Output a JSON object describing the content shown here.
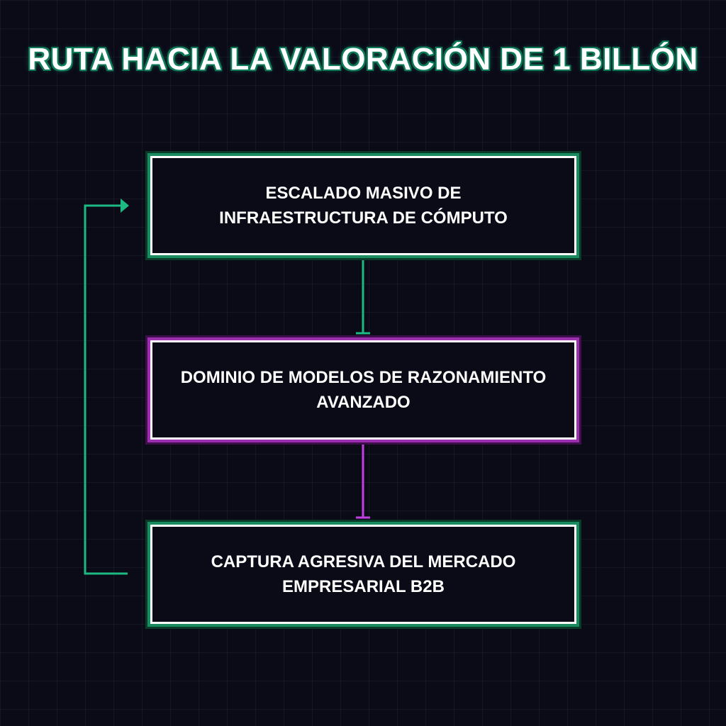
{
  "title": "RUTA HACIA LA VALORACIÓN DE 1 BILLÓN",
  "nodes": [
    {
      "label": "ESCALADO MASIVO DE\nINFRAESTRUCTURA DE CÓMPUTO",
      "color": "#1a8a60"
    },
    {
      "label": "DOMINIO DE MODELOS DE RAZONAMIENTO\nAVANZADO",
      "color": "#9b2fb0"
    },
    {
      "label": "CAPTURA AGRESIVA DEL MERCADO\nEMPRESARIAL B2B",
      "color": "#1a8a60"
    }
  ],
  "colors": {
    "background": "#0b0b18",
    "green_accent": "#1db982",
    "purple_accent": "#c040e0",
    "text": "#ffffff"
  },
  "edges": [
    {
      "from": 0,
      "to": 1,
      "color": "#1db982"
    },
    {
      "from": 1,
      "to": 2,
      "color": "#c040e0"
    },
    {
      "from": 2,
      "to": 0,
      "color": "#1db982",
      "type": "feedback-loop"
    }
  ]
}
